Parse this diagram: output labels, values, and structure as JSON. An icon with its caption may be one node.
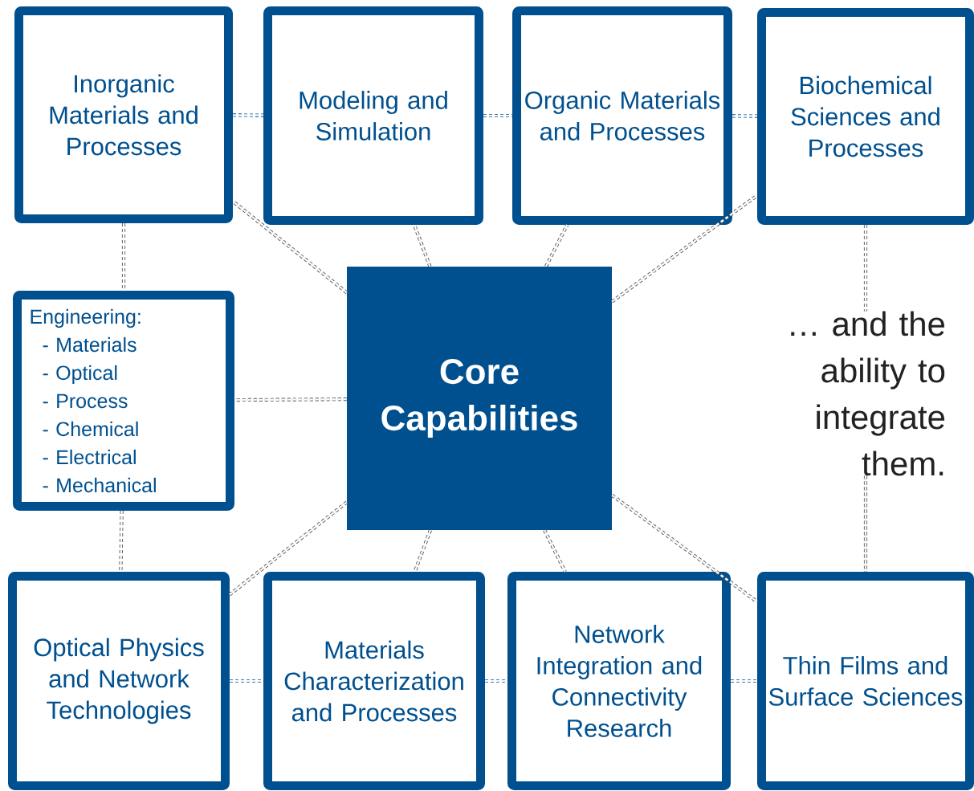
{
  "diagram": {
    "nodes": [
      {
        "text": [
          "Inorganic Materials and Processes"
        ]
      },
      {
        "text": [
          "Modeling and Simulation"
        ]
      },
      {
        "text": [
          "Organic Materials and Processes"
        ]
      },
      {
        "text": [
          "Biochemical Sciences and Processes"
        ]
      },
      {
        "text": [
          "Engineering:",
          "- Materials",
          "- Optical",
          "- Process",
          "- Chemical",
          "- Electrical",
          "- Mechanical"
        ]
      },
      {
        "text": [
          "Core Capabilities"
        ]
      },
      {
        "text": [
          "… and the ability to integrate them."
        ]
      },
      {
        "text": [
          "Optical Physics and Network Technologies"
        ]
      },
      {
        "text": [
          "Materials Characterization and Processes"
        ]
      },
      {
        "text": [
          "Network Integration and Connectivity Research"
        ]
      },
      {
        "text": [
          "Thin Films and Surface Sciences"
        ]
      }
    ],
    "edges": [
      {
        "from": 0,
        "to": 1,
        "arrow": "none",
        "style": "dashed",
        "color": "#00508f"
      },
      {
        "from": 1,
        "to": 2,
        "arrow": "none",
        "style": "dashed",
        "color": "#00508f"
      },
      {
        "from": 2,
        "to": 3,
        "arrow": "none",
        "style": "dashed",
        "color": "#00508f"
      },
      {
        "from": 0,
        "to": 4,
        "arrow": "none",
        "style": "dashed"
      },
      {
        "from": 4,
        "to": 7,
        "arrow": "none",
        "style": "dashed"
      },
      {
        "from": 3,
        "to": 6,
        "arrow": "none",
        "style": "dashed"
      },
      {
        "from": 6,
        "to": 10,
        "arrow": "none",
        "style": "dashed"
      },
      {
        "from": 7,
        "to": 8,
        "arrow": "none",
        "style": "dashed",
        "color": "#00508f"
      },
      {
        "from": 8,
        "to": 9,
        "arrow": "none",
        "style": "dashed",
        "color": "#00508f"
      },
      {
        "from": 9,
        "to": 10,
        "arrow": "none",
        "style": "dashed",
        "color": "#00508f"
      },
      {
        "from": 5,
        "to": 0,
        "arrow": "none",
        "style": "dashed"
      },
      {
        "from": 5,
        "to": 1,
        "arrow": "none",
        "style": "dashed"
      },
      {
        "from": 5,
        "to": 2,
        "arrow": "none",
        "style": "dashed"
      },
      {
        "from": 5,
        "to": 3,
        "arrow": "none",
        "style": "dashed"
      },
      {
        "from": 5,
        "to": 4,
        "arrow": "none",
        "style": "dashed"
      },
      {
        "from": 5,
        "to": 7,
        "arrow": "none",
        "style": "dashed"
      },
      {
        "from": 5,
        "to": 8,
        "arrow": "none",
        "style": "dashed"
      },
      {
        "from": 5,
        "to": 9,
        "arrow": "none",
        "style": "dashed"
      },
      {
        "from": 5,
        "to": 10,
        "arrow": "none",
        "style": "dashed"
      }
    ]
  }
}
